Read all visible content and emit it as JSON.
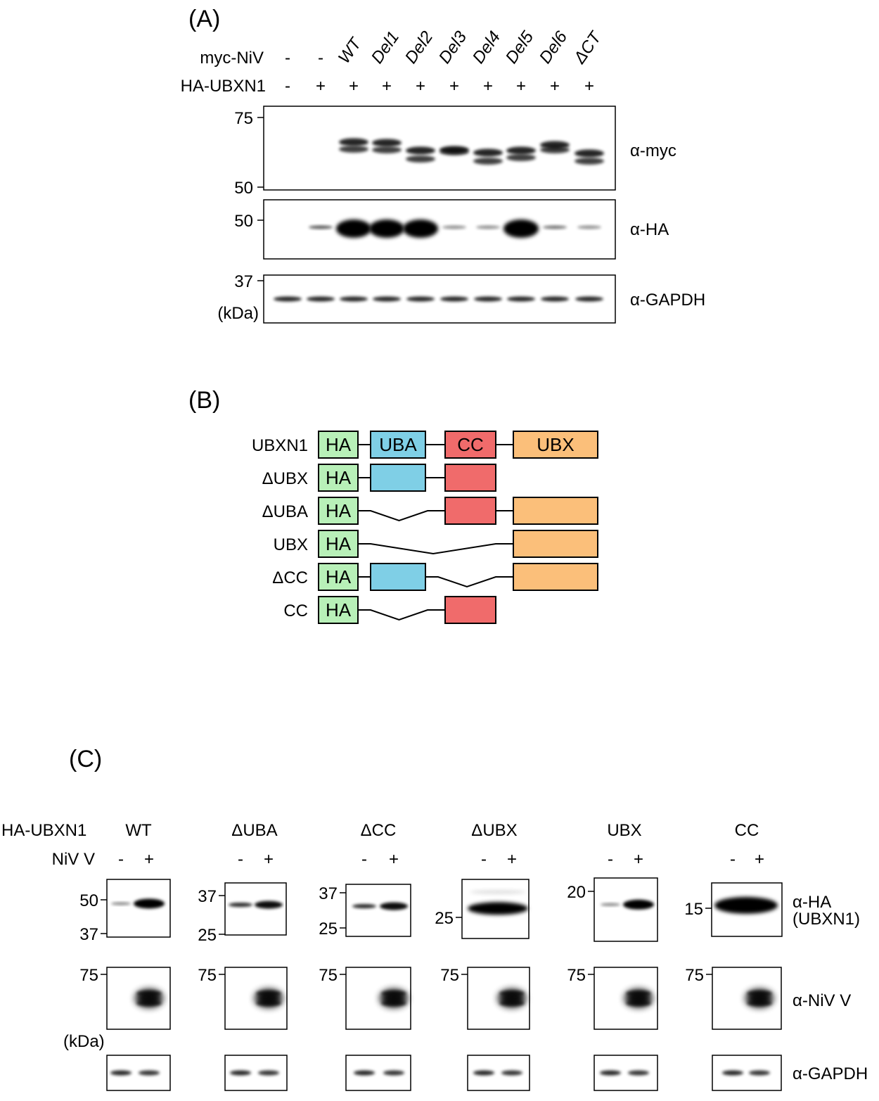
{
  "panel_a": {
    "label": "(A)",
    "rows": {
      "myc_label": "myc-NiV",
      "ha_label": "HA-UBXN1"
    },
    "myc_values": [
      "-",
      "-",
      "WT",
      "Del1",
      "Del2",
      "Del3",
      "Del4",
      "Del5",
      "Del6",
      "ΔCT"
    ],
    "ha_values": [
      "-",
      "+",
      "+",
      "+",
      "+",
      "+",
      "+",
      "+",
      "+",
      "+"
    ],
    "blots": {
      "myc": {
        "antibody": "α-myc",
        "markers": [
          "75",
          "50"
        ]
      },
      "ha": {
        "antibody": "α-HA",
        "markers": [
          "50"
        ]
      },
      "gapdh": {
        "antibody": "α-GAPDH",
        "markers": [
          "37"
        ],
        "unit": "(kDa)"
      }
    },
    "ha_band_intensity": [
      0,
      0.3,
      1,
      1,
      1,
      0.2,
      0.2,
      1,
      0.25,
      0.2
    ]
  },
  "panel_b": {
    "label": "(B)",
    "colors": {
      "HA": "#b8f0b8",
      "UBA": "#7fcfe6",
      "CC": "#f06b6b",
      "UBX": "#fbbf7a"
    },
    "domain_labels": {
      "HA": "HA",
      "UBA": "UBA",
      "CC": "CC",
      "UBX": "UBX"
    },
    "constructs": [
      {
        "name": "UBXN1",
        "domains": [
          "HA",
          "UBA",
          "CC",
          "UBX"
        ],
        "show_text": true
      },
      {
        "name": "ΔUBX",
        "domains": [
          "HA",
          "UBA",
          "CC"
        ],
        "show_text": false
      },
      {
        "name": "ΔUBA",
        "domains": [
          "HA",
          "CC",
          "UBX"
        ],
        "show_text": false
      },
      {
        "name": "UBX",
        "domains": [
          "HA",
          "UBX"
        ],
        "show_text": false
      },
      {
        "name": "ΔCC",
        "domains": [
          "HA",
          "UBA",
          "UBX"
        ],
        "show_text": false
      },
      {
        "name": "CC",
        "domains": [
          "HA",
          "CC"
        ],
        "show_text": false
      }
    ]
  },
  "panel_c": {
    "label": "(C)",
    "rows": {
      "ubxn1_label": "HA-UBXN1",
      "niv_label": "NiV V"
    },
    "niv_values": [
      "-",
      "+"
    ],
    "antibodies": {
      "ha": "α-HA",
      "ha_sub": "(UBXN1)",
      "nivv": "α-NiV V",
      "gapdh": "α-GAPDH"
    },
    "unit": "(kDa)",
    "groups": [
      {
        "name": "WT",
        "ha_markers": [
          "50",
          "37"
        ],
        "niv_marker": "75"
      },
      {
        "name": "ΔUBA",
        "ha_markers": [
          "37",
          "25"
        ],
        "niv_marker": "75"
      },
      {
        "name": "ΔCC",
        "ha_markers": [
          "37",
          "25"
        ],
        "niv_marker": "75"
      },
      {
        "name": "ΔUBX",
        "ha_markers": [
          "25"
        ],
        "niv_marker": "75"
      },
      {
        "name": "UBX",
        "ha_markers": [
          "20"
        ],
        "niv_marker": "75"
      },
      {
        "name": "CC",
        "ha_markers": [
          "15"
        ],
        "niv_marker": "75"
      }
    ]
  }
}
